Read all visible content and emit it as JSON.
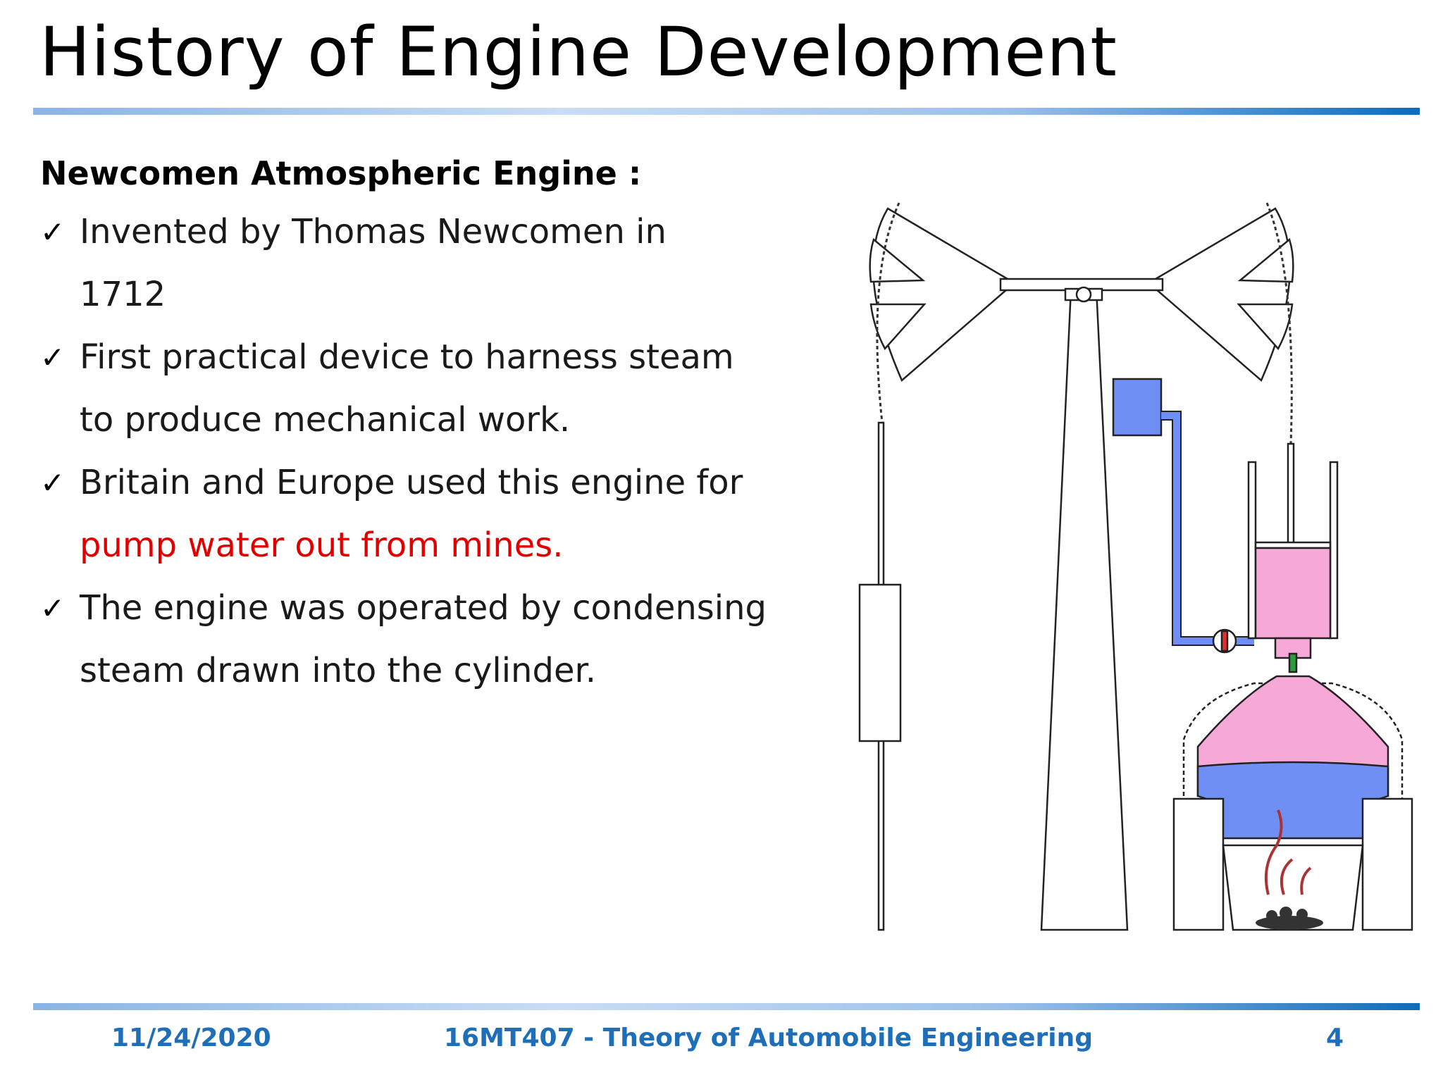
{
  "slide": {
    "title": "History of Engine Development",
    "section_heading": "Newcomen Atmospheric Engine :",
    "bullet_marker": "✓",
    "bullets": [
      {
        "lines": [
          "Invented by Thomas Newcomen in",
          "1712"
        ]
      },
      {
        "lines": [
          "First practical device to harness steam",
          "to produce mechanical work."
        ]
      },
      {
        "lines": [
          "Britain and Europe used this engine for"
        ],
        "highlight": "pump water out from mines."
      },
      {
        "lines": [
          "The engine was operated by condensing",
          "steam drawn into the cylinder."
        ]
      }
    ]
  },
  "footer": {
    "date": "11/24/2020",
    "course": "16MT407 - Theory of Automobile Engineering",
    "page": "4"
  },
  "colors": {
    "highlight_text": "#e00000",
    "footer_text": "#1f6fb8",
    "water": "#6f8ff5",
    "steam": "#f6a8d6"
  }
}
